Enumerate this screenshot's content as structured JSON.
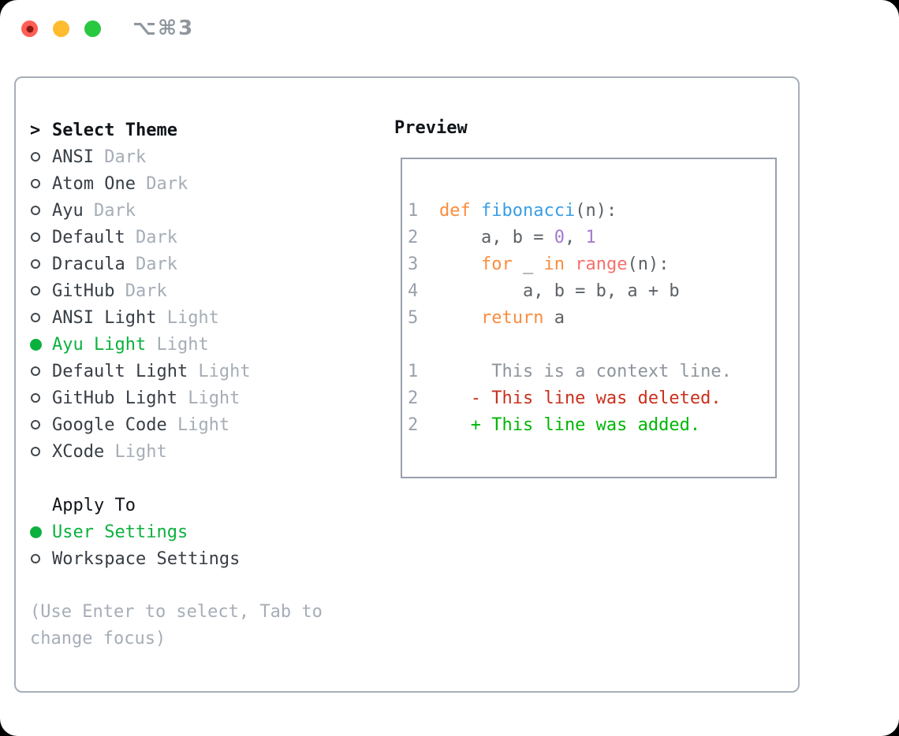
{
  "window": {
    "title": "⌥⌘3",
    "traffic_lights": [
      {
        "name": "close",
        "color": "#ff5f57"
      },
      {
        "name": "minimize",
        "color": "#febc2e"
      },
      {
        "name": "maximize",
        "color": "#28c840"
      }
    ]
  },
  "theme_picker": {
    "prompt": ">",
    "heading": "Select Theme",
    "items": [
      {
        "label": "ANSI",
        "tag": "Dark",
        "selected": false
      },
      {
        "label": "Atom One",
        "tag": "Dark",
        "selected": false
      },
      {
        "label": "Ayu",
        "tag": "Dark",
        "selected": false
      },
      {
        "label": "Default",
        "tag": "Dark",
        "selected": false
      },
      {
        "label": "Dracula",
        "tag": "Dark",
        "selected": false
      },
      {
        "label": "GitHub",
        "tag": "Dark",
        "selected": false
      },
      {
        "label": "ANSI Light",
        "tag": "Light",
        "selected": false
      },
      {
        "label": "Ayu Light",
        "tag": "Light",
        "selected": true
      },
      {
        "label": "Default Light",
        "tag": "Light",
        "selected": false
      },
      {
        "label": "GitHub Light",
        "tag": "Light",
        "selected": false
      },
      {
        "label": "Google Code",
        "tag": "Light",
        "selected": false
      },
      {
        "label": "XCode",
        "tag": "Light",
        "selected": false
      }
    ],
    "apply_heading": "Apply To",
    "apply_options": [
      {
        "label": "User Settings",
        "selected": true
      },
      {
        "label": "Workspace Settings",
        "selected": false
      }
    ],
    "hint": "(Use Enter to select, Tab to change focus)"
  },
  "preview": {
    "heading": "Preview",
    "lines": [
      {
        "num": "1",
        "kind": "code",
        "segments": [
          {
            "t": "def",
            "c": "keyword"
          },
          {
            "t": " ",
            "c": "plain"
          },
          {
            "t": "fibonacci",
            "c": "function"
          },
          {
            "t": "(n):",
            "c": "plain"
          }
        ]
      },
      {
        "num": "2",
        "kind": "code",
        "segments": [
          {
            "t": "    a, b = ",
            "c": "plain"
          },
          {
            "t": "0",
            "c": "number"
          },
          {
            "t": ", ",
            "c": "plain"
          },
          {
            "t": "1",
            "c": "number"
          }
        ]
      },
      {
        "num": "3",
        "kind": "code",
        "segments": [
          {
            "t": "    ",
            "c": "plain"
          },
          {
            "t": "for",
            "c": "keyword"
          },
          {
            "t": " _ ",
            "c": "plain"
          },
          {
            "t": "in",
            "c": "keyword"
          },
          {
            "t": " ",
            "c": "plain"
          },
          {
            "t": "range",
            "c": "builtin"
          },
          {
            "t": "(n):",
            "c": "plain"
          }
        ]
      },
      {
        "num": "4",
        "kind": "code",
        "segments": [
          {
            "t": "        a, b = b, a + b",
            "c": "plain"
          }
        ]
      },
      {
        "num": "5",
        "kind": "code",
        "segments": [
          {
            "t": "    ",
            "c": "plain"
          },
          {
            "t": "return",
            "c": "keyword"
          },
          {
            "t": " a",
            "c": "plain"
          }
        ]
      },
      {
        "num": "",
        "kind": "blank",
        "segments": []
      },
      {
        "num": "1",
        "kind": "context",
        "segments": [
          {
            "t": "     This is a context line.",
            "c": "context"
          }
        ]
      },
      {
        "num": "2",
        "kind": "deleted",
        "segments": [
          {
            "t": "   - This line was deleted.",
            "c": "deleted"
          }
        ]
      },
      {
        "num": "2",
        "kind": "added",
        "segments": [
          {
            "t": "   + This line was added.",
            "c": "added"
          }
        ]
      }
    ]
  },
  "syntax_colors": {
    "keyword": "#fa8d3e",
    "function": "#399ee6",
    "builtin": "#f5716d",
    "number": "#a37acc",
    "plain": "#5c6166",
    "context": "#8d949c",
    "deleted": "#c9301c",
    "added": "#00b506",
    "lineno": "#9aa1aa"
  },
  "ui_colors": {
    "heading": "#101418",
    "item-text": "#383e45",
    "ring": "#43484e",
    "tag-text": "#a6adb6",
    "green": "#0bb13e",
    "border-main": "#a7aeb8",
    "border-prev": "#98a0aa",
    "title-gray": "#8f969e",
    "tl-red": "#ff5f57",
    "tl-red-dot": "#8c1a11",
    "tl-yellow": "#febc2e",
    "tl-green": "#28c840"
  }
}
